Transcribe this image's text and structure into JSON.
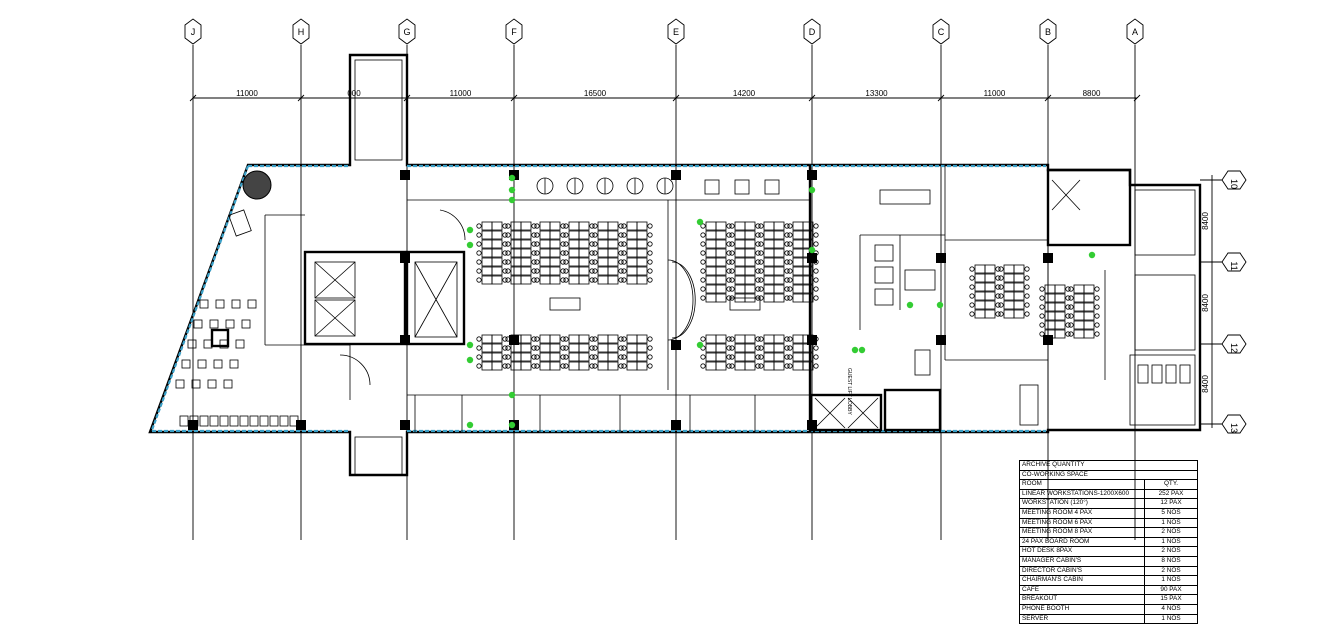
{
  "grid": {
    "columns": [
      "J",
      "H",
      "G",
      "F",
      "E",
      "D",
      "C",
      "B",
      "A"
    ],
    "rows": [
      "10",
      "11",
      "12",
      "13"
    ],
    "col_dims": [
      "11000",
      "000",
      "11000",
      "16500",
      "14200",
      "13300",
      "11000",
      "8800"
    ],
    "row_dims": [
      "8400",
      "8400",
      "8400"
    ]
  },
  "room_labels": {
    "guest_lift_lobby": "GUEST LIFT LOBBY"
  },
  "schedule": {
    "title": "ARCHIVE QUANTITY",
    "subtitle": "CO-WORKING SPACE",
    "header": {
      "room": "ROOM",
      "qty": "QTY."
    },
    "rows": [
      {
        "room": "LINEAR WORKSTATIONS-1200X600",
        "qty": "252 PAX"
      },
      {
        "room": "WORKSTATION (120°)",
        "qty": "12 PAX"
      },
      {
        "room": "MEETING ROOM 4 PAX",
        "qty": "5 NOS"
      },
      {
        "room": "MEETING ROOM 6 PAX",
        "qty": "1 NOS"
      },
      {
        "room": "MEETING ROOM 8 PAX",
        "qty": "2 NOS"
      },
      {
        "room": "24 PAX BOARD ROOM",
        "qty": "1 NOS"
      },
      {
        "room": "HOT DESK 8PAX",
        "qty": "2 NOS"
      },
      {
        "room": "MANAGER CABIN'S",
        "qty": "8 NOS"
      },
      {
        "room": "DIRECTOR CABIN'S",
        "qty": "2 NOS"
      },
      {
        "room": "CHAIRMAN'S CABIN",
        "qty": "1 NOS"
      },
      {
        "room": "CAFE",
        "qty": "90 PAX"
      },
      {
        "room": "BREAKOUT",
        "qty": "15 PAX"
      },
      {
        "room": "PHONE BOOTH",
        "qty": "4 NOS"
      },
      {
        "room": "SERVER",
        "qty": "1 NOS"
      }
    ]
  },
  "colors": {
    "facade": "#3aa0c8",
    "planter": "#33cc33",
    "line": "#000000"
  }
}
